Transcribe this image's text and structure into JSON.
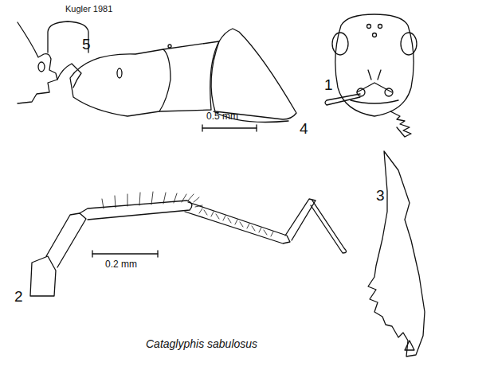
{
  "diagram": {
    "caption": "Cataglyphis sabulosus",
    "labels": [
      "Kugler 1981",
      "5",
      "4",
      "1",
      "0.5 mm",
      "2",
      "0.2 mm",
      "3"
    ]
  }
}
